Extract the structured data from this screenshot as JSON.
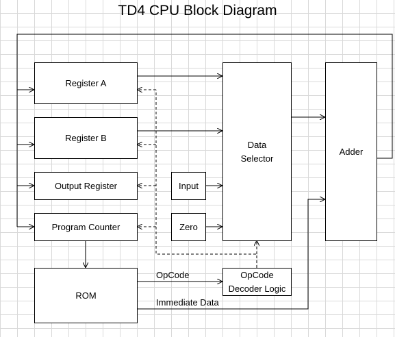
{
  "title": "TD4 CPU Block Diagram",
  "blocks": {
    "register_a": "Register A",
    "register_b": "Register B",
    "output_register": "Output Register",
    "program_counter": "Program Counter",
    "input": "Input",
    "zero": "Zero",
    "data_selector": [
      "Data",
      "Selector"
    ],
    "adder": "Adder",
    "rom": "ROM",
    "opcode_decoder": [
      "OpCode",
      "Decoder Logic"
    ]
  },
  "signals": {
    "opcode": "OpCode",
    "immediate_data": "Immediate Data"
  }
}
